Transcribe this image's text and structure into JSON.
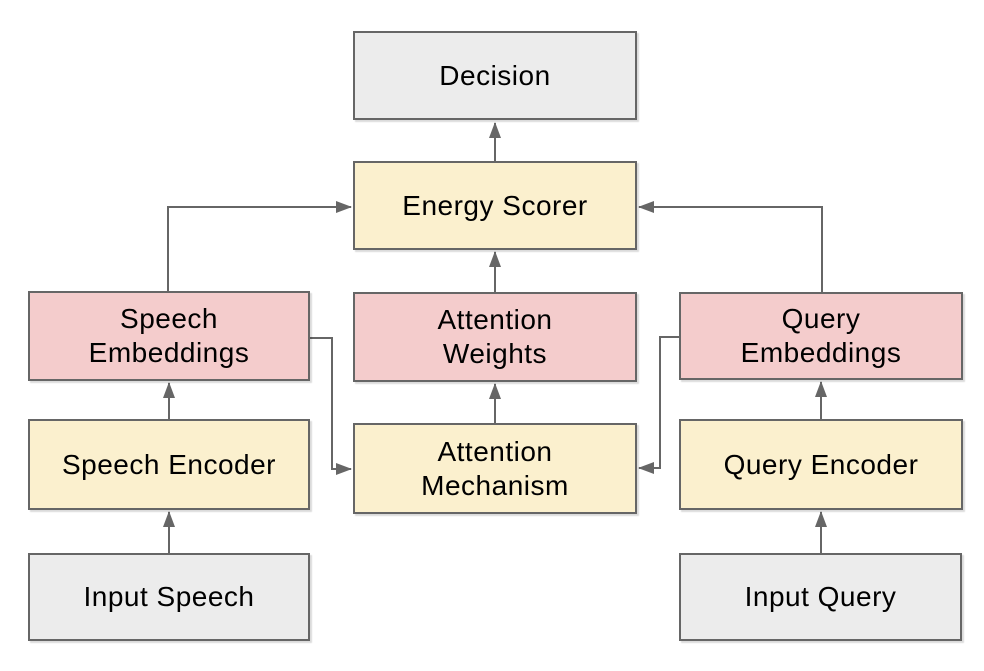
{
  "diagram": {
    "colors": {
      "canvas_bg": "#ffffff",
      "io_fill": "#ececec",
      "process_fill": "#fbf0ce",
      "embedding_fill": "#f4cccc",
      "box_border": "#666666",
      "arrow_color": "#666666",
      "text_color": "#000000"
    },
    "nodes": {
      "decision": {
        "label": "Decision",
        "category": "input-output"
      },
      "energy_scorer": {
        "label": "Energy Scorer",
        "category": "process"
      },
      "speech_embeddings": {
        "label": "Speech\nEmbeddings",
        "category": "representation"
      },
      "attention_weights": {
        "label": "Attention\nWeights",
        "category": "representation"
      },
      "query_embeddings": {
        "label": "Query\nEmbeddings",
        "category": "representation"
      },
      "speech_encoder": {
        "label": "Speech Encoder",
        "category": "process"
      },
      "attention_mechanism": {
        "label": "Attention\nMechanism",
        "category": "process"
      },
      "query_encoder": {
        "label": "Query Encoder",
        "category": "process"
      },
      "input_speech": {
        "label": "Input Speech",
        "category": "input-output"
      },
      "input_query": {
        "label": "Input Query",
        "category": "input-output"
      }
    },
    "edges": [
      {
        "from": "input_speech",
        "to": "speech_encoder"
      },
      {
        "from": "speech_encoder",
        "to": "speech_embeddings"
      },
      {
        "from": "speech_embeddings",
        "to": "energy_scorer"
      },
      {
        "from": "speech_embeddings",
        "to": "attention_mechanism"
      },
      {
        "from": "input_query",
        "to": "query_encoder"
      },
      {
        "from": "query_encoder",
        "to": "query_embeddings"
      },
      {
        "from": "query_embeddings",
        "to": "energy_scorer"
      },
      {
        "from": "query_embeddings",
        "to": "attention_mechanism"
      },
      {
        "from": "attention_mechanism",
        "to": "attention_weights"
      },
      {
        "from": "attention_weights",
        "to": "energy_scorer"
      },
      {
        "from": "energy_scorer",
        "to": "decision"
      }
    ]
  }
}
